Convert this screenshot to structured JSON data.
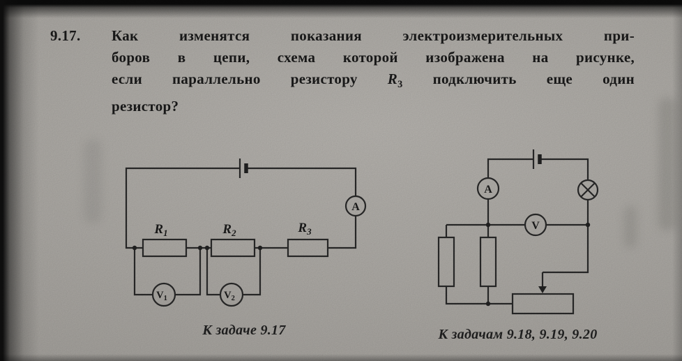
{
  "colors": {
    "paper": "#b2afaa",
    "ink": "#2a2a2a"
  },
  "problem": {
    "number": "9.17.",
    "line1": "Как изменятся показания электроизмерительных при-",
    "line2": "боров в цепи, схема которой изображена на рисунке,",
    "line3_pre": "если параллельно резистору ",
    "line3_var": "R",
    "line3_sub": "3",
    "line3_post": " подключить еще один",
    "line4": "резистор?"
  },
  "figure_left": {
    "caption": "К задаче 9.17",
    "resistors": [
      {
        "base": "R",
        "sub": "1"
      },
      {
        "base": "R",
        "sub": "2"
      },
      {
        "base": "R",
        "sub": "3"
      }
    ],
    "ammeter": "A",
    "voltmeters": [
      {
        "base": "V",
        "sub": "1"
      },
      {
        "base": "V",
        "sub": "2"
      }
    ]
  },
  "figure_right": {
    "caption": "К задачам 9.18, 9.19, 9.20",
    "ammeter": "A",
    "voltmeter": "V"
  }
}
